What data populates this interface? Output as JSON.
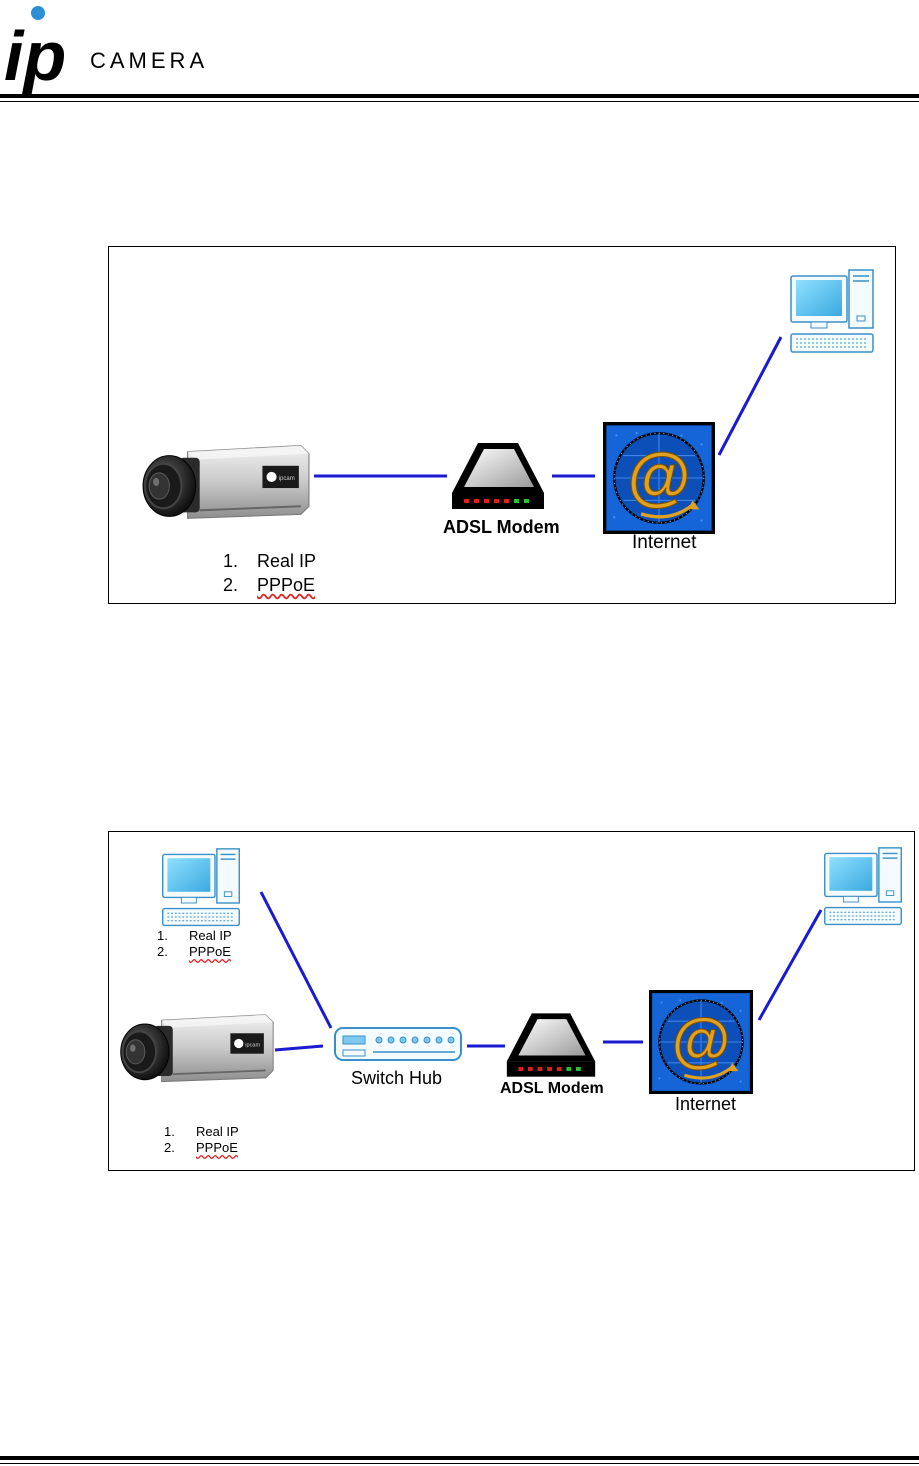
{
  "header": {
    "logo_ip": "ip",
    "logo_camera": "CAMERA"
  },
  "diagram1": {
    "camera_modes": [
      {
        "num": "1.",
        "label": "Real IP"
      },
      {
        "num": "2.",
        "label": "PPPoE"
      }
    ],
    "modem_label": "ADSL Modem",
    "internet_label": "Internet"
  },
  "diagram2": {
    "pc_modes": [
      {
        "num": "1.",
        "label": "Real IP"
      },
      {
        "num": "2.",
        "label": "PPPoE"
      }
    ],
    "camera_modes": [
      {
        "num": "1.",
        "label": "Real IP"
      },
      {
        "num": "2.",
        "label": "PPPoE"
      }
    ],
    "switch_label": "Switch Hub",
    "modem_label": "ADSL Modem",
    "internet_label": "Internet"
  },
  "colors": {
    "link": "#1a1ad0",
    "globe_bg": "#1565d8",
    "at_sign": "#e0a020",
    "monitor": "#59c7f0"
  }
}
